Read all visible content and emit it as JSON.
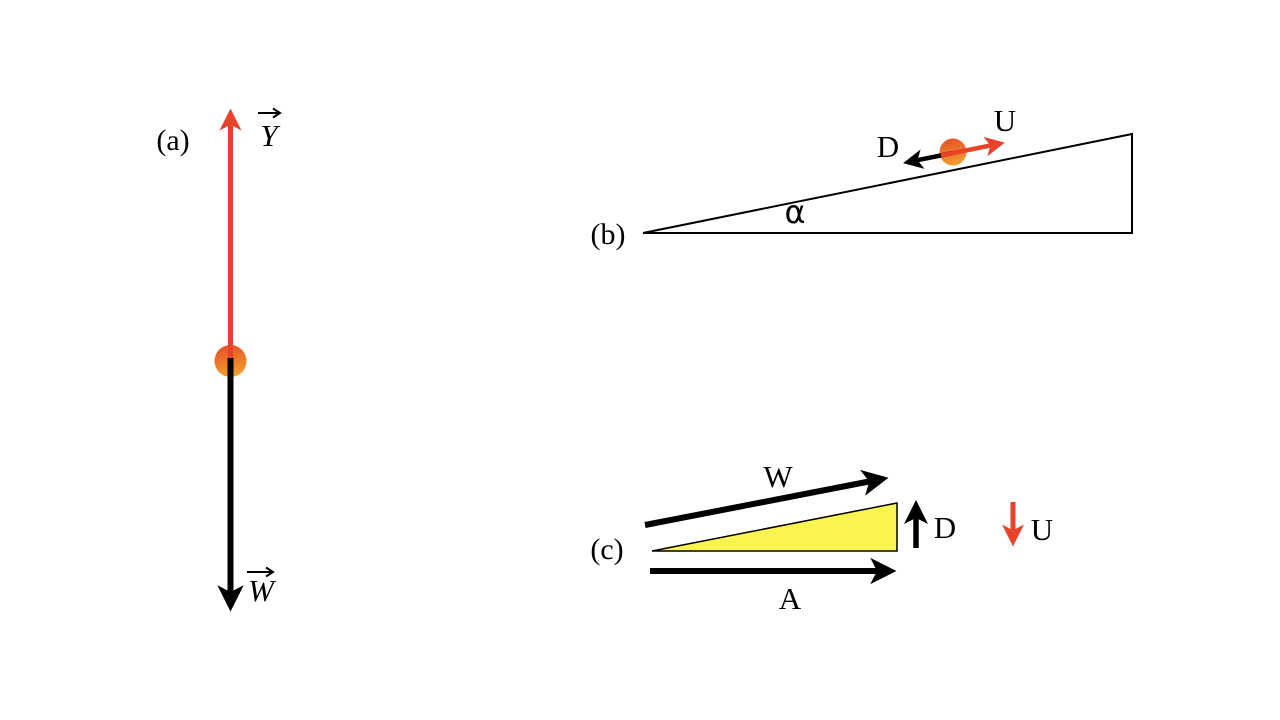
{
  "colors": {
    "background": "#ffffff",
    "black": "#000000",
    "red": "#e8432a",
    "ball_gradient_top": "#e34b28",
    "ball_gradient_bottom": "#f29b2b",
    "wedge_fill": "#faf450"
  },
  "panel_a": {
    "label": "(a)",
    "up_arrow_label": "Y",
    "down_arrow_label": "W"
  },
  "panel_b": {
    "label": "(b)",
    "angle_label": "α",
    "downhill_arrow_label": "D",
    "uphill_arrow_label": "U"
  },
  "panel_c": {
    "label": "(c)",
    "slanted_arrow_label": "W",
    "horizontal_arrow_label": "A",
    "up_arrow_label": "D",
    "down_arrow_label": "U"
  }
}
